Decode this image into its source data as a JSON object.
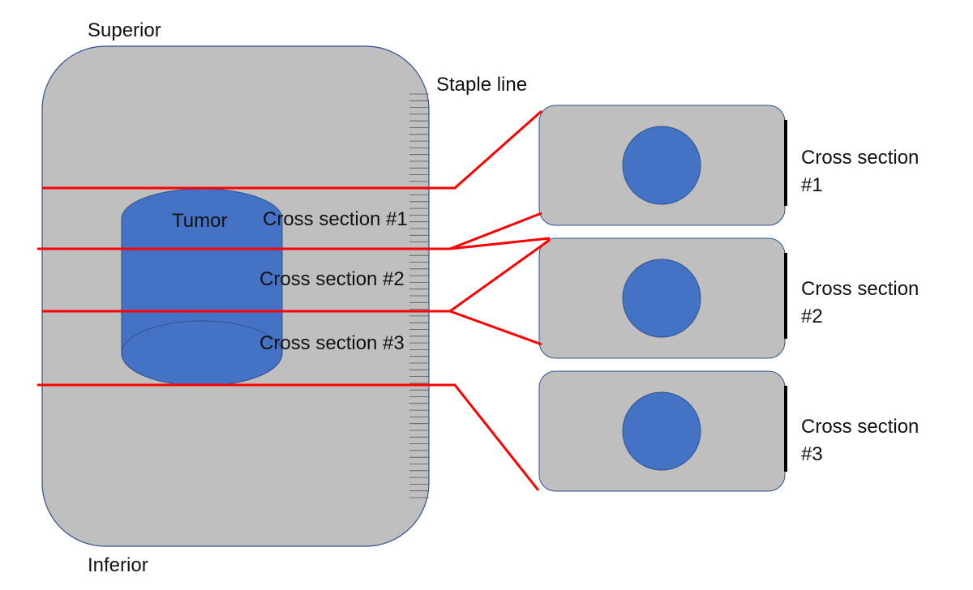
{
  "labels": {
    "superior": "Superior",
    "inferior": "Inferior",
    "staple_line": "Staple line",
    "tumor": "Tumor",
    "specimen_sections": [
      "Cross section #1",
      "Cross section #2",
      "Cross section #3"
    ],
    "panels": [
      {
        "line1": "Cross section",
        "line2": "#1"
      },
      {
        "line1": "Cross section",
        "line2": "#2"
      },
      {
        "line1": "Cross section",
        "line2": "#3"
      }
    ]
  },
  "colors": {
    "tissue": "#bfbfbf",
    "outline": "#2f528f",
    "tumor": "#4472c4",
    "cut_line": "#ff0000",
    "staple_bar": "#000000",
    "staple_tick": "#555555"
  }
}
